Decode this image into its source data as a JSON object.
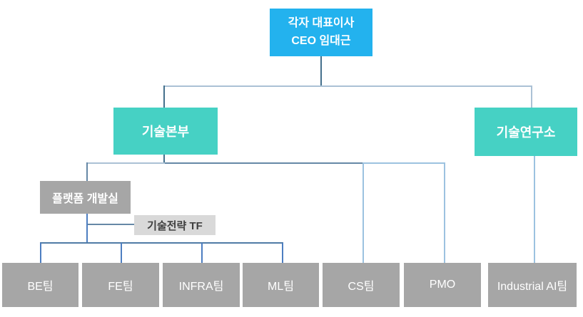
{
  "org_chart": {
    "title": "organization-chart",
    "ceo": {
      "line1": "각자 대표이사",
      "line2": "CEO 임대근"
    },
    "divisions": [
      {
        "label": "기술본부"
      },
      {
        "label": "기술연구소"
      }
    ],
    "office": {
      "label": "플랫폼 개발실"
    },
    "task_force": {
      "label": "기술전략 TF"
    },
    "teams": [
      "BE팀",
      "FE팀",
      "INFRA팀",
      "ML팀",
      "CS팀",
      "PMO",
      "Industrial AI팀"
    ],
    "colors": {
      "ceo_box": "#23b2ee",
      "division_box": "#46d1c4",
      "team_box": "#a6a6a6",
      "tf_box": "#d9d9d9",
      "tf_text": "#3f3f3f",
      "connector_dark": "#44708c",
      "connector_light": "#abc1d5",
      "connector_blue": "#4d7ec1"
    }
  }
}
